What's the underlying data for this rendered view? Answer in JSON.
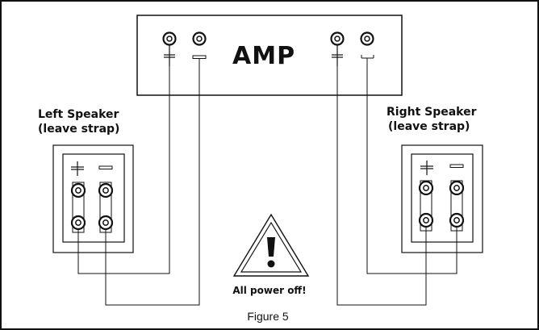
{
  "amp": {
    "label": "AMP"
  },
  "left_speaker": {
    "title_line1": "Left Speaker",
    "title_line2": "(leave strap)"
  },
  "right_speaker": {
    "title_line1": "Right Speaker",
    "title_line2": "(leave strap)"
  },
  "warning": {
    "text": "All power off!",
    "icon": "warning-triangle-icon"
  },
  "caption": "Figure 5",
  "colors": {
    "line": "#111111",
    "background": "#ffffff"
  }
}
